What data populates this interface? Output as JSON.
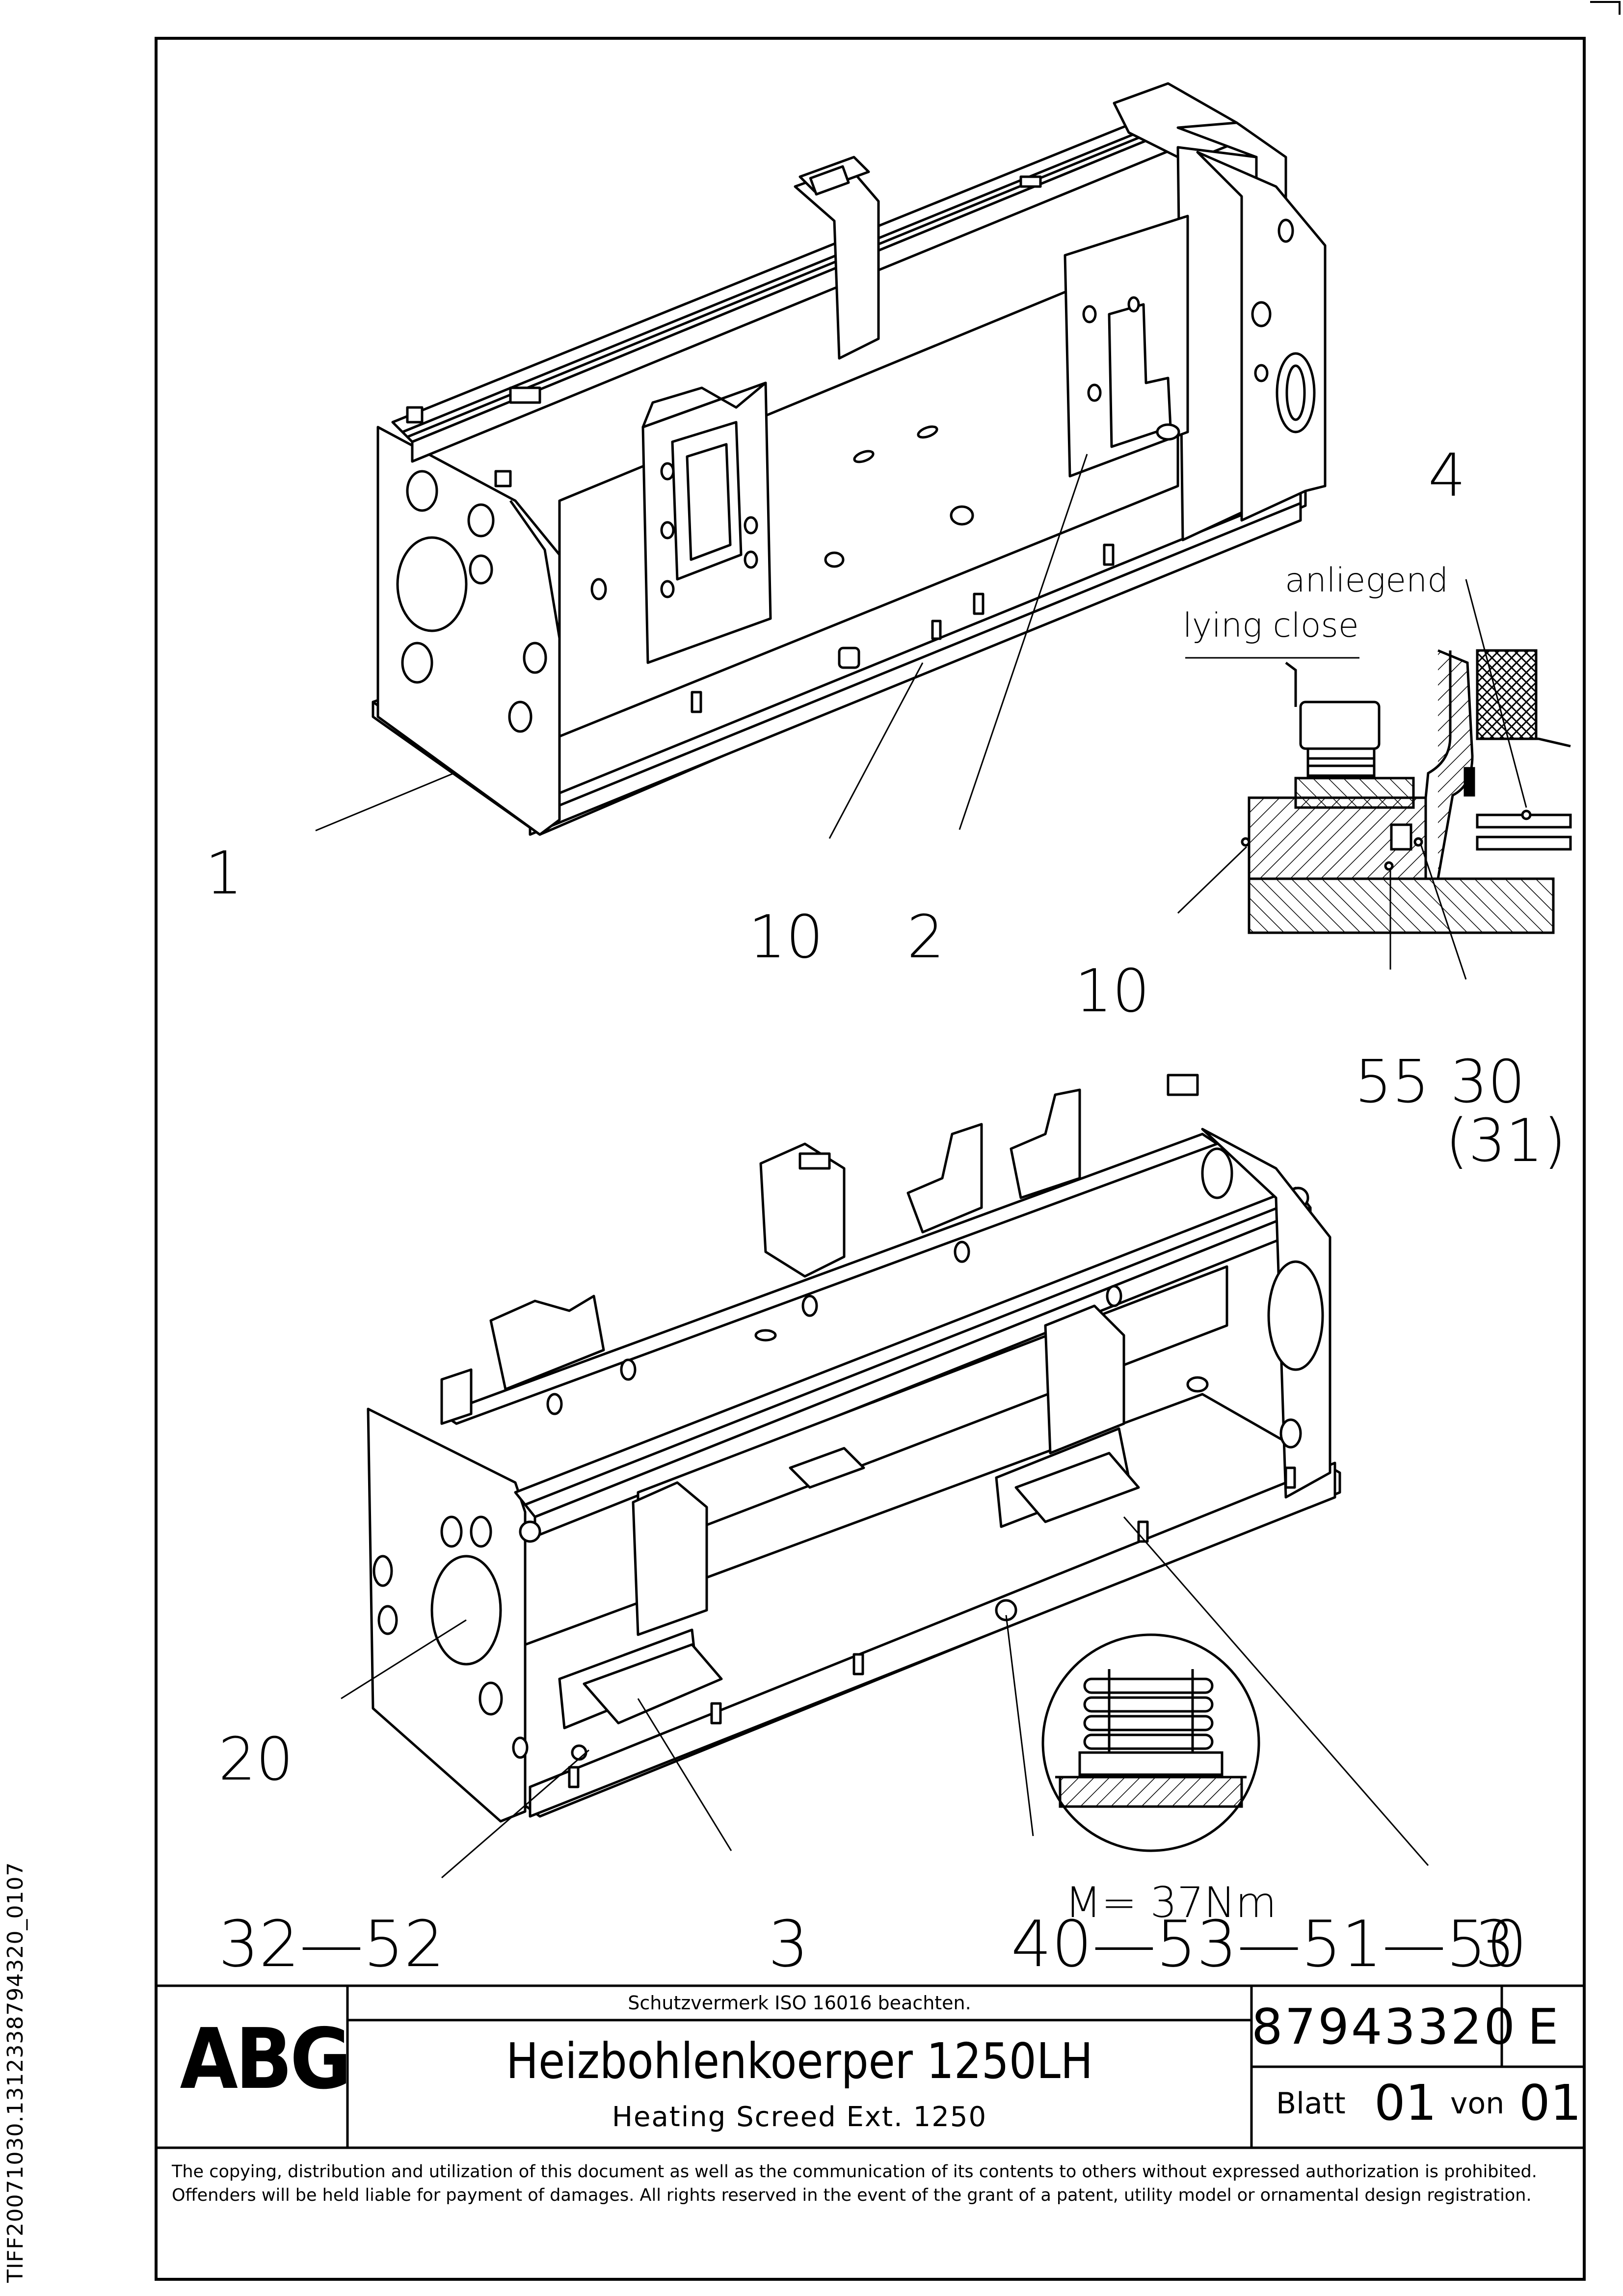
{
  "side_id": "TIFF20071030.1312338794320_0107",
  "callouts": {
    "c1": "1",
    "c10a": "10",
    "c2": "2",
    "c4": "4",
    "anliegend": "anliegend",
    "lying_close": "lying close",
    "c10b": "10",
    "c55": "55",
    "c30": "30",
    "c31": "(31)",
    "c20": "20",
    "torque": "M= 37Nm",
    "c32_52": "32—52",
    "c3a": "3",
    "c40_50": "40—53—51—50",
    "c3b": "3"
  },
  "title_block": {
    "logo": "ABG",
    "protection_note": "Schutzvermerk ISO 16016 beachten.",
    "title_de": "Heizbohlenkoerper 1250LH",
    "title_en": "Heating Screed Ext. 1250",
    "drawing_number": "87943320",
    "revision": "E",
    "sheet_label": "Blatt",
    "sheet_number": "01",
    "of_label": "von",
    "sheet_total": "01"
  },
  "copyright": "The copying, distribution and utilization of this document as well as the communication of its contents to others without expressed authorization is prohibited. Offenders will be held liable for payment of damages. All rights reserved in the event of the grant of a patent, utility model or ornamental design registration."
}
